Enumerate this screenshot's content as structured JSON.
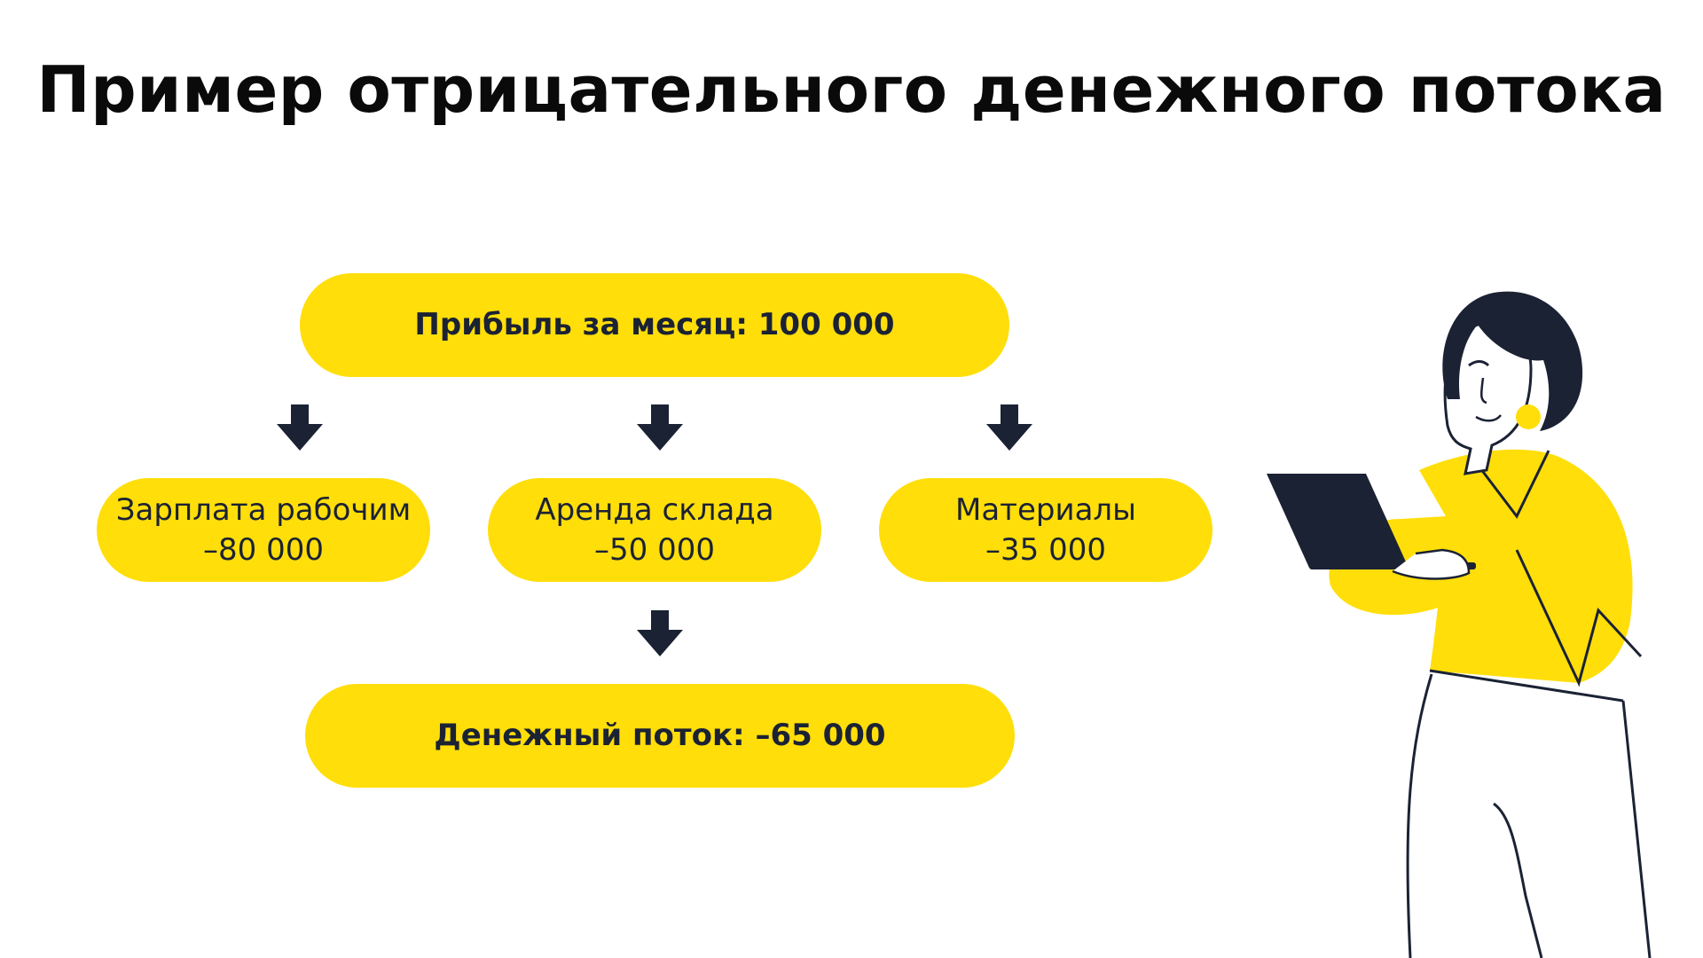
{
  "title": "Пример отрицательного денежного потока",
  "diagram": {
    "profit": "Прибыль за месяц: 100 000",
    "expenses": [
      {
        "label": "Зарплата рабочим",
        "value": "–80 000"
      },
      {
        "label": "Аренда склада",
        "value": "–50 000"
      },
      {
        "label": "Материалы",
        "value": "–35 000"
      }
    ],
    "cashflow": "Денежный поток: –65 000"
  },
  "colors": {
    "accent": "#ffde0a",
    "dark": "#1b2234"
  },
  "icons": [
    "arrow-down-icon",
    "woman-with-laptop-illustration"
  ]
}
